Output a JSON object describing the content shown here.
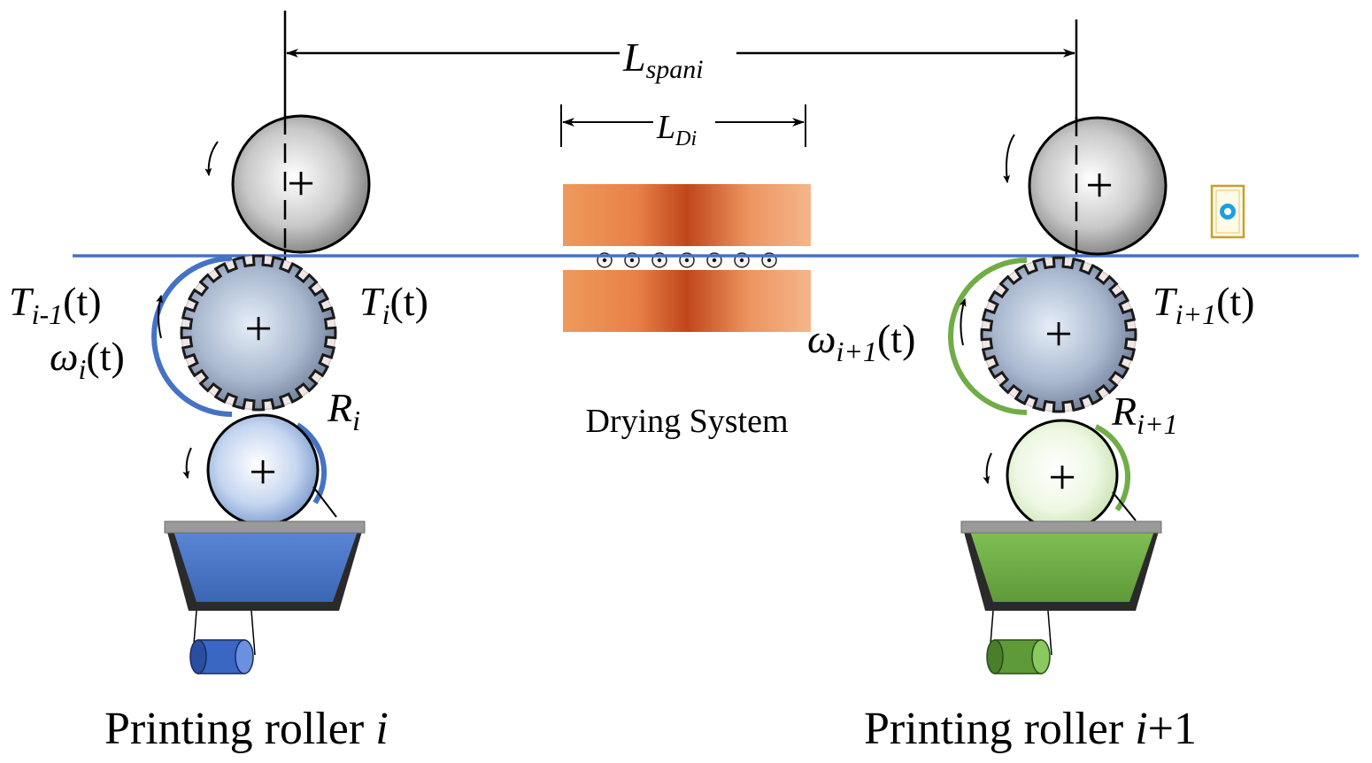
{
  "labels": {
    "l_span_main": "L",
    "l_span_sub": "spani",
    "l_d_main": "L",
    "l_d_sub": "Di",
    "drying_system": "Drying System",
    "t_im1_main": "T",
    "t_im1_sub": "i-1",
    "t_im1_arg": "(t)",
    "t_i_main": "T",
    "t_i_sub": "i",
    "t_i_arg": "(t)",
    "t_ip1_main": "T",
    "t_ip1_sub": "i+1",
    "t_ip1_arg": "(t)",
    "omega_i_main": "ω",
    "omega_i_sub": "i",
    "omega_i_arg": "(t)",
    "omega_ip1_main": "ω",
    "omega_ip1_sub": "i+1",
    "omega_ip1_arg": "(t)",
    "r_i_main": "R",
    "r_i_sub": "i",
    "r_ip1_main": "R",
    "r_ip1_sub": "i+1",
    "roller_left_text": "Printing roller ",
    "roller_left_var": "i",
    "roller_right_text": "Printing roller ",
    "roller_right_var": "i",
    "roller_right_suffix": "+1",
    "plus": "+"
  },
  "colors": {
    "web_line": "#4472c4",
    "ink_left": "#4472c4",
    "ink_right": "#70ad47",
    "dryer_dark": "#c0461a",
    "dryer_light": "#f0a070",
    "sensor_border": "#c8a030",
    "sensor_dot": "#1aa0e0"
  }
}
